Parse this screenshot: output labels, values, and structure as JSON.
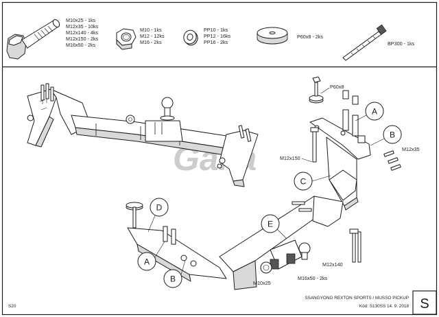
{
  "legend": {
    "bolts_lines": [
      "M10x25 - 1ks",
      "M12x35 - 10ks",
      "M12x140 - 4ks",
      "M12x150 - 2ks",
      "M16x50 - 2ks"
    ],
    "nuts_lines": [
      "M10 - 1ks",
      "M12 - 12ks",
      "M16 - 2ks"
    ],
    "washers_lines": [
      "PP10 - 1ks",
      "PP12 - 16ks",
      "PP16 - 2ks"
    ],
    "pad_line": "P60x8 - 2ks",
    "tie_line": "BP300 - 1ks"
  },
  "watermark": "Galia",
  "callouts": {
    "a1": "A",
    "b1": "B",
    "c": "C",
    "d": "D",
    "e": "E",
    "a2": "A",
    "b2": "B"
  },
  "part_labels": {
    "p60x8": "P60x8",
    "m12x150": "M12x150",
    "m12x35": "M12x35",
    "m12x140": "M12x140",
    "m10x25": "M10x25",
    "m16x50": "M16x50 - 2ks"
  },
  "footer": {
    "sheet_code": "S20",
    "title": "SSANGYONG REXTON SPORTS / MUSSO PICKUP",
    "code_line": "Kód: S130SS  14. 9. 2018",
    "letter": "S"
  }
}
